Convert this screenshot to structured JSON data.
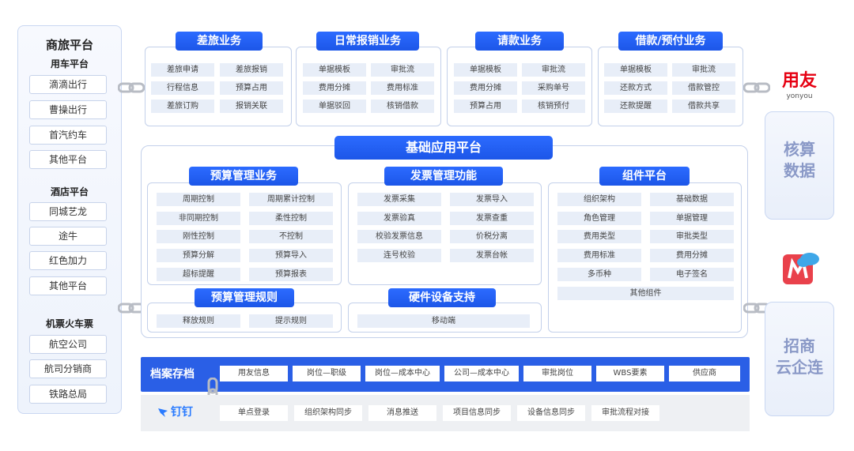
{
  "left": {
    "title": "商旅平台",
    "car_title": "用车平台",
    "car_items": [
      "滴滴出行",
      "曹操出行",
      "首汽约车",
      "其他平台"
    ],
    "hotel_title": "酒店平台",
    "hotel_items": [
      "同城艺龙",
      "途牛",
      "红色加力",
      "其他平台"
    ],
    "ticket_title": "机票火车票",
    "ticket_items": [
      "航空公司",
      "航司分销商",
      "铁路总局"
    ]
  },
  "top": [
    {
      "title": "差旅业务",
      "cells": [
        "差旅申请",
        "差旅报销",
        "行程信息",
        "预算占用",
        "差旅订购",
        "报销关联"
      ]
    },
    {
      "title": "日常报销业务",
      "cells": [
        "单据模板",
        "审批流",
        "费用分摊",
        "费用标准",
        "单据驳回",
        "核销借款"
      ]
    },
    {
      "title": "请款业务",
      "cells": [
        "单据模板",
        "审批流",
        "费用分摊",
        "采购单号",
        "预算占用",
        "核销预付"
      ]
    },
    {
      "title": "借款/预付业务",
      "cells": [
        "单据模板",
        "审批流",
        "还款方式",
        "借款管控",
        "还款提醒",
        "借款共享"
      ]
    }
  ],
  "platform": {
    "title": "基础应用平台"
  },
  "budget": {
    "title": "预算管理业务",
    "cells": [
      "周期控制",
      "周期累计控制",
      "非同期控制",
      "柔性控制",
      "刚性控制",
      "不控制",
      "预算分解",
      "预算导入",
      "超标提醒",
      "预算报表"
    ]
  },
  "invoice": {
    "title": "发票管理功能",
    "cells": [
      "发票采集",
      "发票导入",
      "发票验真",
      "发票查重",
      "校验发票信息",
      "价税分离",
      "连号校验",
      "发票台帐"
    ]
  },
  "component": {
    "title": "组件平台",
    "cells": [
      "组织架构",
      "基础数据",
      "角色管理",
      "单据管理",
      "费用类型",
      "审批类型",
      "费用标准",
      "费用分摊",
      "多币种",
      "电子签名"
    ],
    "wide": "其他组件"
  },
  "rules": {
    "title": "预算管理规则",
    "cells": [
      "释放规则",
      "提示规则"
    ]
  },
  "hardware": {
    "title": "硬件设备支持",
    "cells": [
      "移动端"
    ]
  },
  "archive": {
    "title": "档案存档",
    "cells": [
      "用友信息",
      "岗位—职级",
      "岗位—成本中心",
      "公司—成本中心",
      "审批岗位",
      "WBS要素",
      "供应商"
    ]
  },
  "dingtalk": {
    "brand": "钉钉",
    "cells": [
      "单点登录",
      "组织架构同步",
      "消息推送",
      "项目信息同步",
      "设备信息同步",
      "审批流程对接"
    ]
  },
  "right": {
    "yonyou_logo": "用友",
    "yonyou_sub": "yonyou",
    "accounting": [
      "核算",
      "数据"
    ],
    "cmb": [
      "招商",
      "云企连"
    ]
  },
  "colors": {
    "accent": "#2a5fe6",
    "cell": "#e8eef8",
    "frame": "#c3d0ea",
    "yonyou_red": "#e60012",
    "muted": "#8a99c7"
  }
}
